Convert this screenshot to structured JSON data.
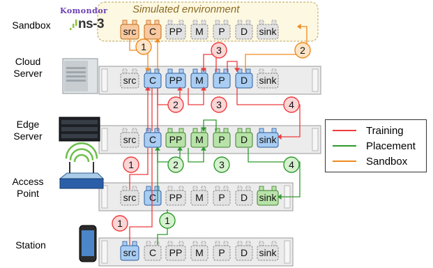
{
  "tiers": [
    {
      "id": "sandbox",
      "label": "Sandbox"
    },
    {
      "id": "cloud",
      "label": "Cloud\nServer"
    },
    {
      "id": "edge",
      "label": "Edge\nServer"
    },
    {
      "id": "ap",
      "label": "Access\nPoint"
    },
    {
      "id": "station",
      "label": "Station"
    }
  ],
  "sandbox_title": "Simulated environment",
  "logos": {
    "komondor": "Komondor",
    "ns3": "ns-3"
  },
  "modules": {
    "sandbox": [
      "src",
      "C",
      "PP",
      "M",
      "P",
      "D",
      "sink"
    ],
    "cloud": [
      "src",
      "C",
      "PP",
      "M",
      "P",
      "D",
      "sink"
    ],
    "edge": [
      "src",
      "C",
      "PP",
      "M",
      "P",
      "D",
      "sink"
    ],
    "ap": [
      "src",
      "C",
      "PP",
      "M",
      "P",
      "D",
      "sink"
    ],
    "station": [
      "src",
      "C",
      "PP",
      "M",
      "P",
      "D",
      "sink"
    ]
  },
  "module_states": {
    "sandbox": [
      "orange",
      "orange",
      "grey",
      "grey",
      "grey",
      "grey",
      "grey"
    ],
    "cloud": [
      "grey",
      "blue",
      "blue",
      "blue",
      "blue",
      "blue",
      "grey"
    ],
    "edge": [
      "grey",
      "blue",
      "green",
      "green",
      "green",
      "green",
      "blue"
    ],
    "ap": [
      "grey",
      "blue",
      "grey",
      "grey",
      "grey",
      "grey",
      "green"
    ],
    "station": [
      "blue",
      "grey",
      "grey",
      "grey",
      "grey",
      "grey",
      "grey"
    ]
  },
  "step_badges": [
    {
      "text": "1",
      "kind": "orange"
    },
    {
      "text": "2",
      "kind": "orange"
    },
    {
      "text": "3",
      "kind": "red"
    },
    {
      "text": "2",
      "kind": "red"
    },
    {
      "text": "3",
      "kind": "red"
    },
    {
      "text": "4",
      "kind": "red"
    },
    {
      "text": "1",
      "kind": "red"
    },
    {
      "text": "2",
      "kind": "green"
    },
    {
      "text": "3",
      "kind": "green"
    },
    {
      "text": "4",
      "kind": "green"
    },
    {
      "text": "1",
      "kind": "red"
    },
    {
      "text": "1",
      "kind": "green"
    }
  ],
  "legend": [
    {
      "label": "Training",
      "color": "#ee3b3b"
    },
    {
      "label": "Placement",
      "color": "#2e9a2e"
    },
    {
      "label": "Sandbox",
      "color": "#f08a1e"
    }
  ],
  "colors": {
    "red": "#ee3b3b",
    "green": "#2e9a2e",
    "orange": "#f08a1e",
    "blue_fill": "#a9cdf3",
    "green_fill": "#b8e3a8",
    "orange_fill": "#f8c9a0",
    "grey_fill": "#e2e2e2",
    "sandbox_fill": "#fdf8e1",
    "red_badge": "#fbd6d6",
    "green_badge": "#d6f1cf",
    "orange_badge": "#fde4c7"
  }
}
